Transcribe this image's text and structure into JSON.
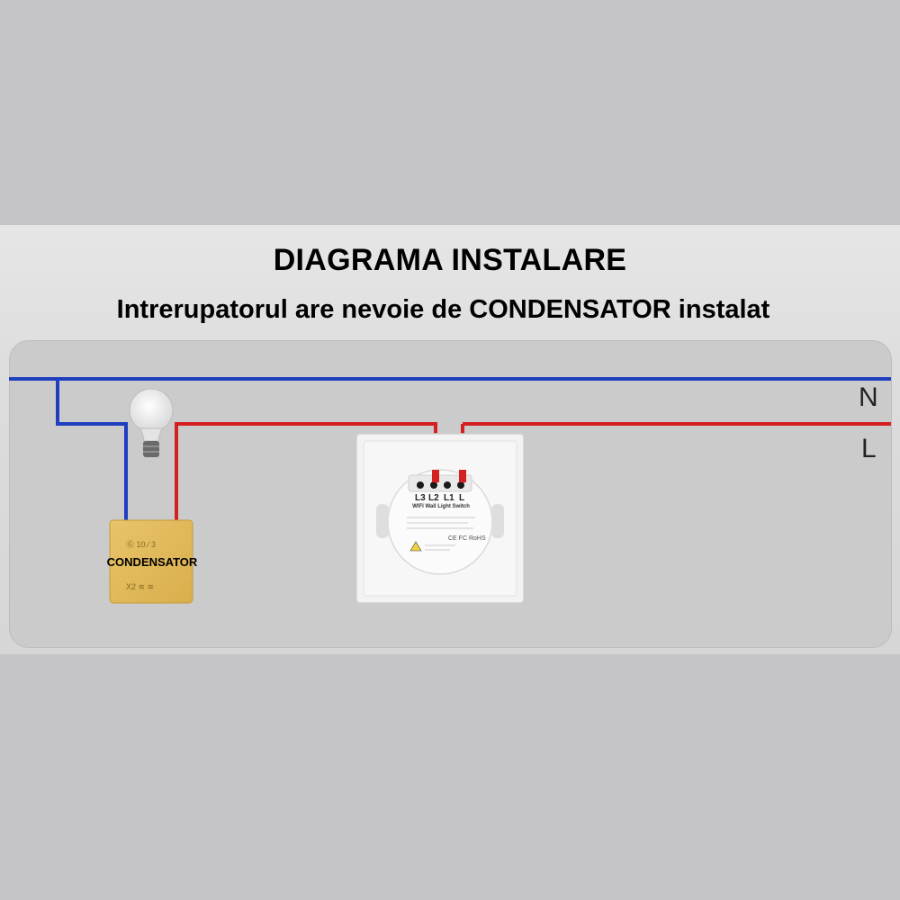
{
  "header": {
    "title": "DIAGRAMA INSTALARE",
    "subtitle": "Intrerupatorul are nevoie de CONDENSATOR instalat"
  },
  "lines": {
    "neutral": "N",
    "live": "L",
    "neutral_color": "#1f3fbf",
    "live_color": "#d42020"
  },
  "capacitor": {
    "label": "CONDENSATOR"
  },
  "switch": {
    "device_title": "WIFI Wall Light Switch",
    "terminals": [
      "L3",
      "L2",
      "L1",
      "L"
    ]
  }
}
